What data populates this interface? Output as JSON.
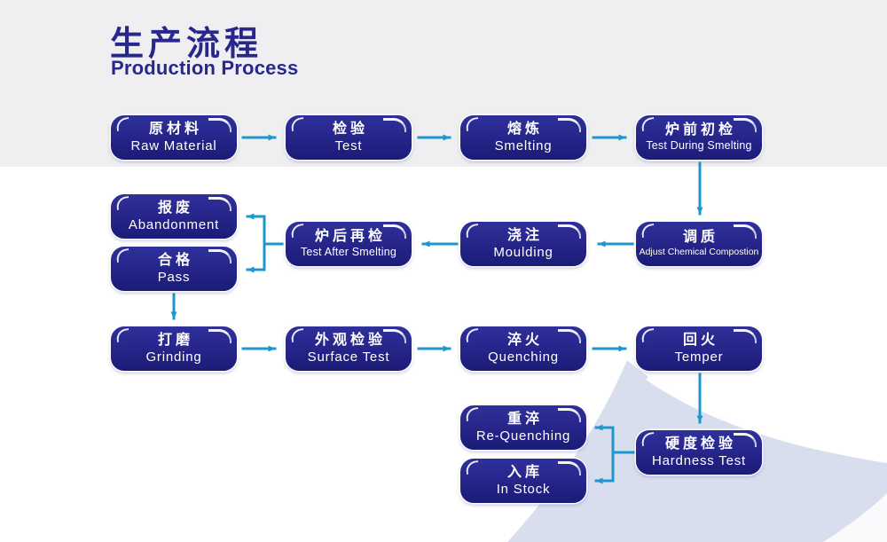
{
  "page": {
    "header_bg": "#efeff1",
    "body_bg": "#ffffff",
    "swoosh_color": "#d9deef"
  },
  "title": {
    "zh": "生产流程",
    "en": "Production Process",
    "color": "#28288c"
  },
  "flow": {
    "node_fill": "#26268c",
    "node_text_color": "#ffffff",
    "arrow_color": "#1e97cf",
    "nodes": [
      {
        "id": "raw-material",
        "zh": "原材料",
        "en": "Raw Material"
      },
      {
        "id": "test",
        "zh": "检验",
        "en": "Test"
      },
      {
        "id": "smelting",
        "zh": "熔炼",
        "en": "Smelting"
      },
      {
        "id": "test-during-smelting",
        "zh": "炉前初检",
        "en": "Test During Smelting"
      },
      {
        "id": "adjust-chemical",
        "zh": "调质",
        "en": "Adjust Chemical Compostion"
      },
      {
        "id": "moulding",
        "zh": "浇注",
        "en": "Moulding"
      },
      {
        "id": "test-after-smelting",
        "zh": "炉后再检",
        "en": "Test After Smelting"
      },
      {
        "id": "abandonment",
        "zh": "报废",
        "en": "Abandonment"
      },
      {
        "id": "pass",
        "zh": "合格",
        "en": "Pass"
      },
      {
        "id": "grinding",
        "zh": "打磨",
        "en": "Grinding"
      },
      {
        "id": "surface-test",
        "zh": "外观检验",
        "en": "Surface Test"
      },
      {
        "id": "quenching",
        "zh": "淬火",
        "en": "Quenching"
      },
      {
        "id": "temper",
        "zh": "回火",
        "en": "Temper"
      },
      {
        "id": "hardness-test",
        "zh": "硬度检验",
        "en": "Hardness Test"
      },
      {
        "id": "re-quenching",
        "zh": "重淬",
        "en": "Re-Quenching"
      },
      {
        "id": "in-stock",
        "zh": "入库",
        "en": "In Stock"
      }
    ]
  }
}
